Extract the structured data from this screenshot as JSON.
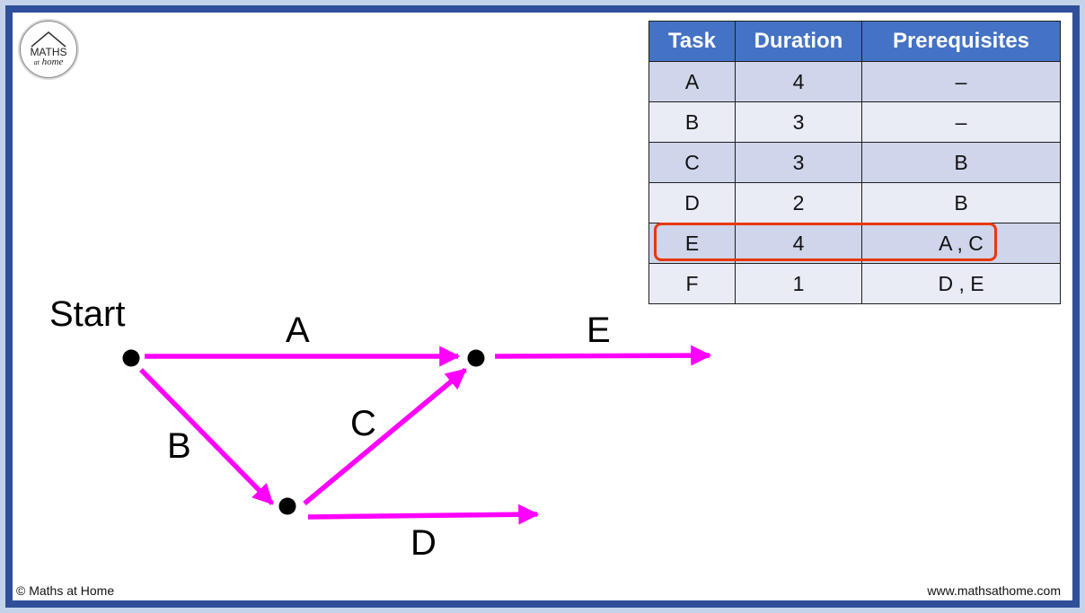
{
  "logo": {
    "line1": "MATHS",
    "line2": "at",
    "line3": "home"
  },
  "table": {
    "headers": [
      "Task",
      "Duration",
      "Prerequisites"
    ],
    "rows": [
      [
        "A",
        "4",
        "–"
      ],
      [
        "B",
        "3",
        "–"
      ],
      [
        "C",
        "3",
        "B"
      ],
      [
        "D",
        "2",
        "B"
      ],
      [
        "E",
        "4",
        "A , C"
      ],
      [
        "F",
        "1",
        "D , E"
      ]
    ],
    "highlighted_row": "E"
  },
  "diagram": {
    "start_label": "Start",
    "edges": [
      "A",
      "B",
      "C",
      "D",
      "E"
    ],
    "colors": {
      "arrow": "#ff00ff",
      "node": "#000000",
      "highlight": "#e8380d",
      "header": "#4472c4"
    }
  },
  "footer": {
    "copyright": "© Maths at Home",
    "url": "www.mathsathome.com"
  }
}
